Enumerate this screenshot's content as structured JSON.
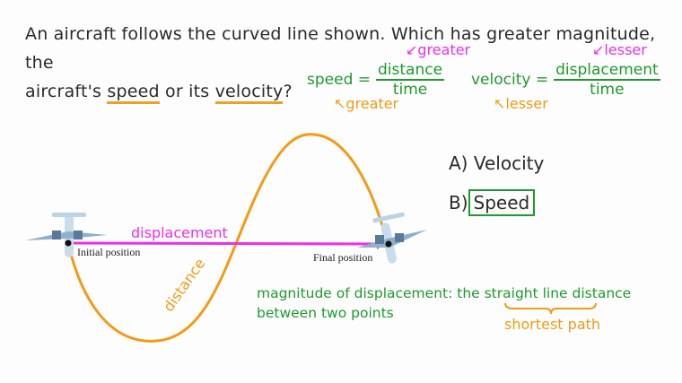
{
  "question": {
    "line1": "An aircraft follows the curved line shown. Which has greater magnitude, the",
    "line2_prefix": "aircraft's ",
    "speed_word": "speed",
    "middle": " or its ",
    "velocity_word": "velocity",
    "suffix": "?"
  },
  "formulas": {
    "speed": {
      "lhs": "speed =",
      "numerator": "distance",
      "denominator": "time",
      "top_annotation": "greater",
      "bottom_annotation": "greater"
    },
    "velocity": {
      "lhs": "velocity =",
      "numerator": "displacement",
      "denominator": "time",
      "top_annotation": "lesser",
      "bottom_annotation": "lesser"
    }
  },
  "options": [
    {
      "letter": "A)",
      "label": "Velocity",
      "selected": false
    },
    {
      "letter": "B)",
      "label": "Speed",
      "selected": true
    }
  ],
  "diagram": {
    "displacement_label": "displacement",
    "distance_label": "distance",
    "initial_label": "Initial position",
    "final_label": "Final position"
  },
  "definition": {
    "line1_prefix": "magnitude of displacement: the ",
    "highlight": "straight line",
    "line1_suffix": " distance",
    "line2": "between  two points",
    "brace_annotation": "shortest path"
  },
  "colors": {
    "green": "#1f9a2e",
    "pink": "#ee2ee6",
    "orange": "#f29b16",
    "text": "#2a2a2a",
    "plane_light": "#b9d4e8",
    "plane_dark": "#5a7a9a"
  }
}
